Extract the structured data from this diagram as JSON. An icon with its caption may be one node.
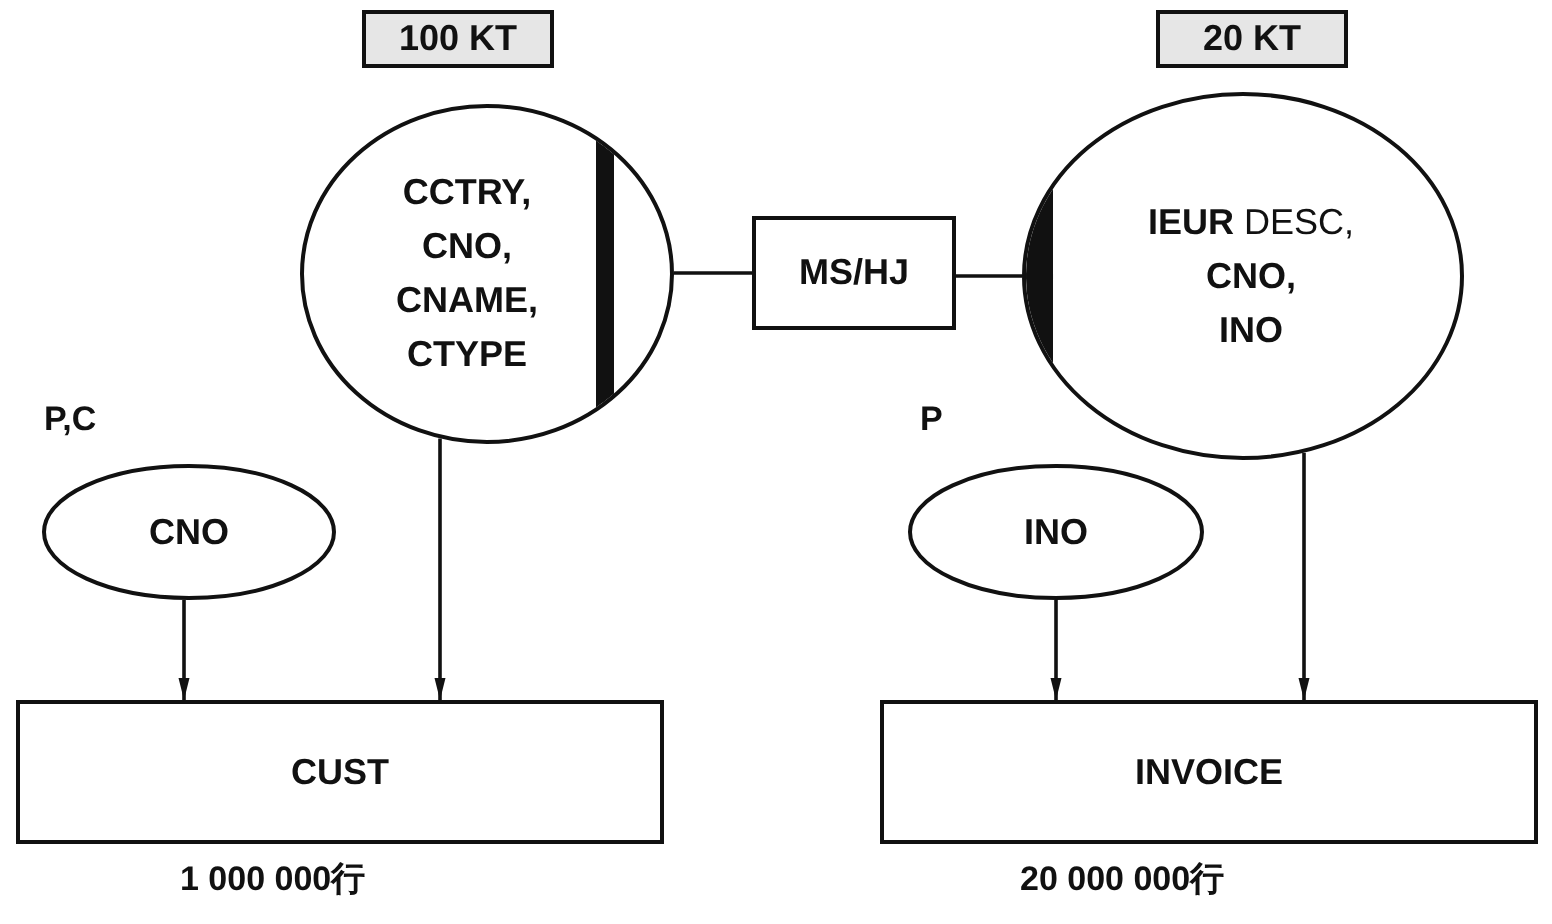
{
  "diagram": {
    "nodes": [
      {
        "text": [
          "100 KT"
        ]
      },
      {
        "text": [
          "CCTRY, CNO, CNAME, CTYPE"
        ]
      },
      {
        "text": [
          "MS/HJ"
        ]
      },
      {
        "text": [
          "20 KT"
        ]
      },
      {
        "text": [
          "**IEUR** DESC, **CNO, INO**"
        ]
      },
      {
        "text": [
          "CNO"
        ],
        "beside": [
          "P,C"
        ]
      },
      {
        "text": [
          "INO"
        ],
        "beside": [
          "P"
        ]
      },
      {
        "text": [
          "CUST"
        ],
        "beside": [
          "1 000 000行"
        ]
      },
      {
        "text": [
          "INVOICE"
        ],
        "beside": [
          "20 000 000行"
        ]
      }
    ],
    "edges": [
      {
        "from": 1,
        "to": 2,
        "arrow": "none"
      },
      {
        "from": 2,
        "to": 4,
        "arrow": "none"
      },
      {
        "from": 5,
        "to": 7,
        "arrow": "to"
      },
      {
        "from": 1,
        "to": 7,
        "arrow": "to"
      },
      {
        "from": 6,
        "to": 8,
        "arrow": "to"
      },
      {
        "from": 4,
        "to": 8,
        "arrow": "to"
      }
    ]
  }
}
